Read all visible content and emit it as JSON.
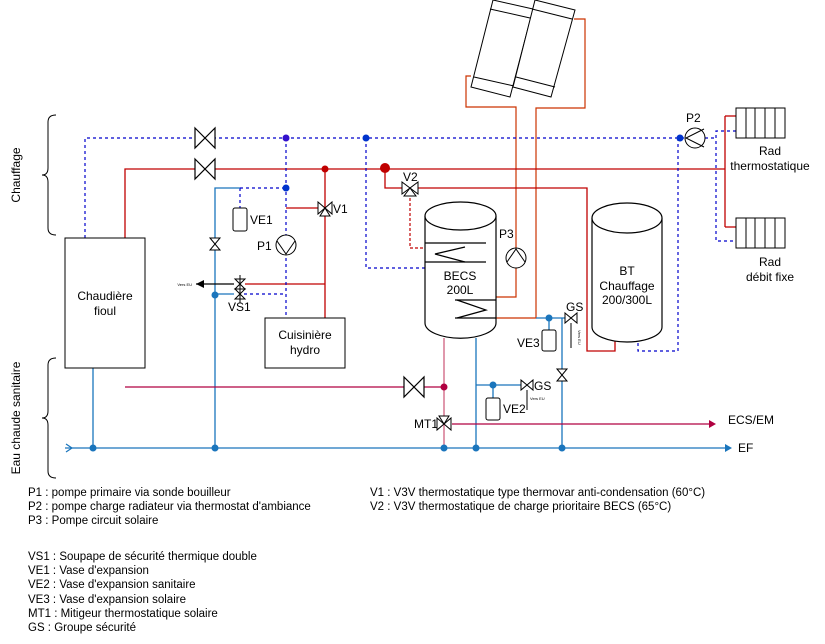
{
  "labels": {
    "chauffage": "Chauffage",
    "ecs": "Eau chaude sanitaire",
    "chaudiere": [
      "Chaudière",
      "fioul"
    ],
    "cuisiniere": [
      "Cuisinière",
      "hydro"
    ],
    "becs": [
      "BECS",
      "200L"
    ],
    "bt": [
      "BT",
      "Chauffage",
      "200/300L"
    ],
    "rad1": [
      "Rad",
      "thermostatique"
    ],
    "rad2": [
      "Rad",
      "débit fixe"
    ],
    "p1": "P1",
    "p2": "P2",
    "p3": "P3",
    "v1": "V1",
    "v2": "V2",
    "vs1": "VS1",
    "ve1": "VE1",
    "ve2": "VE2",
    "ve3": "VE3",
    "mt1": "MT1",
    "gs1": "GS",
    "gs2": "GS",
    "vers_eu": "Vers EU",
    "ecs_em": "ECS/EM",
    "ef": "EF"
  },
  "legend_left": [
    "P1 : pompe primaire via sonde bouilleur",
    "P2 : pompe charge radiateur via thermostat d'ambiance",
    "P3 : Pompe circuit solaire"
  ],
  "legend_right": [
    "V1 : V3V thermostatique type thermovar anti-condensation (60°C)",
    "V2 : V3V thermostatique de charge prioritaire BECS (65°C)"
  ],
  "legend_bottom": [
    "VS1 : Soupape de sécurité thermique double",
    "VE1 : Vase d'expansion",
    "VE2 : Vase d'expansion sanitaire",
    "VE3 : Vase d'expansion solaire",
    "MT1 : Mitigeur thermostatique solaire",
    "GS : Groupe sécurité"
  ],
  "colors": {
    "hot": "#c00000",
    "return": "#0000cc",
    "cold": "#1a75bc",
    "ecs": "#b00040",
    "solar": "#cc3300"
  }
}
